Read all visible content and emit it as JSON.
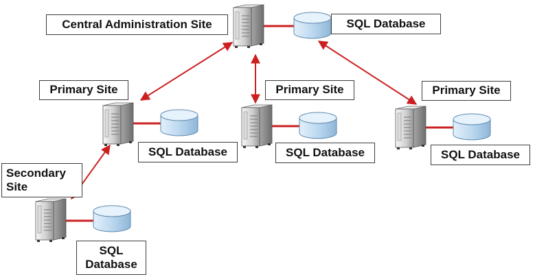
{
  "labels": {
    "cas": "Central Administration Site",
    "cas_db": "SQL Database",
    "primary_left": "Primary Site",
    "primary_left_db": "SQL Database",
    "primary_mid": "Primary Site",
    "primary_mid_db": "SQL Database",
    "primary_right": "Primary Site",
    "primary_right_db": "SQL Database",
    "secondary": "Secondary Site",
    "secondary_db": "SQL Database"
  },
  "colors": {
    "link": "#cc1f1f",
    "server_light": "#f4f4f4",
    "server_dark": "#7d7d7d",
    "db_top": "#dfeefa",
    "db_body": "#b6d4ec",
    "db_edge": "#5e89ad"
  },
  "icons": [
    "server-icon",
    "database-icon"
  ]
}
